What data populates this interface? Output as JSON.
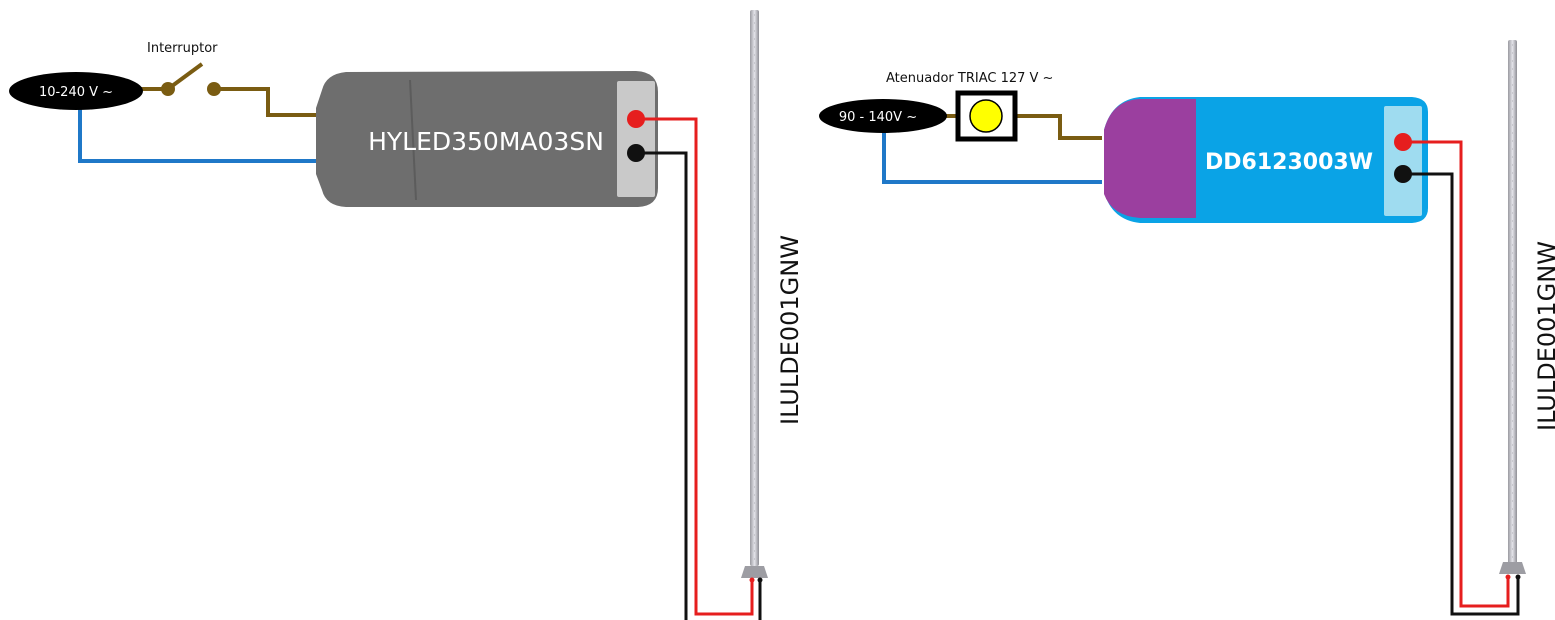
{
  "left": {
    "supply_label": "10-240 V ~",
    "switch_label": "Interruptor",
    "driver_label": "HYLED350MA03SN",
    "lamp_label": "ILULDE001GNW"
  },
  "right": {
    "supply_label": "90 - 140V ~",
    "dimmer_label": "Atenuador TRIAC 127 V ~",
    "driver_label": "DD6123003W",
    "lamp_label": "ILULDE001GNW"
  },
  "colors": {
    "neutral_wire": "#1f78c8",
    "phase_wire": "#7a5c12",
    "positive_wire": "#e61e1e",
    "negative_wire": "#111111",
    "left_driver_body": "#6e6e6e",
    "right_driver_body": "#0aa3e6",
    "right_driver_cap": "#9b3f9f",
    "left_terminal_block": "#c9c9c9",
    "right_terminal_block": "#9fdcf0",
    "dimmer_knob": "#ffff00"
  },
  "icons": {
    "switch": "switch-icon",
    "dimmer": "dimmer-knob-icon",
    "lamp": "led-tube-icon"
  }
}
